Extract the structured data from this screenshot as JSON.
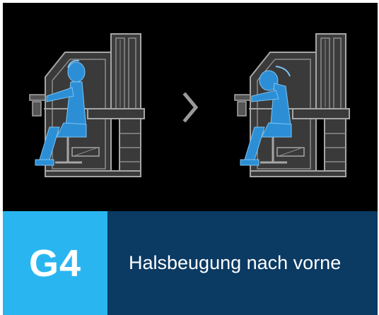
{
  "card": {
    "code": "G4",
    "title": "Halsbeugung nach vorne"
  },
  "icons": {
    "before": "worker-upright-neck-figure",
    "arrow": "chevron-right-icon",
    "after": "worker-neck-flexed-forward-figure"
  },
  "colors": {
    "illustration_background": "#000000",
    "figure_blue": "#2c8fd6",
    "machine_outline": "#9a9a9a",
    "arrow_gray": "#9a9a9a",
    "code_background": "#29b6f0",
    "title_background": "#0b3a63",
    "text": "#ffffff"
  }
}
